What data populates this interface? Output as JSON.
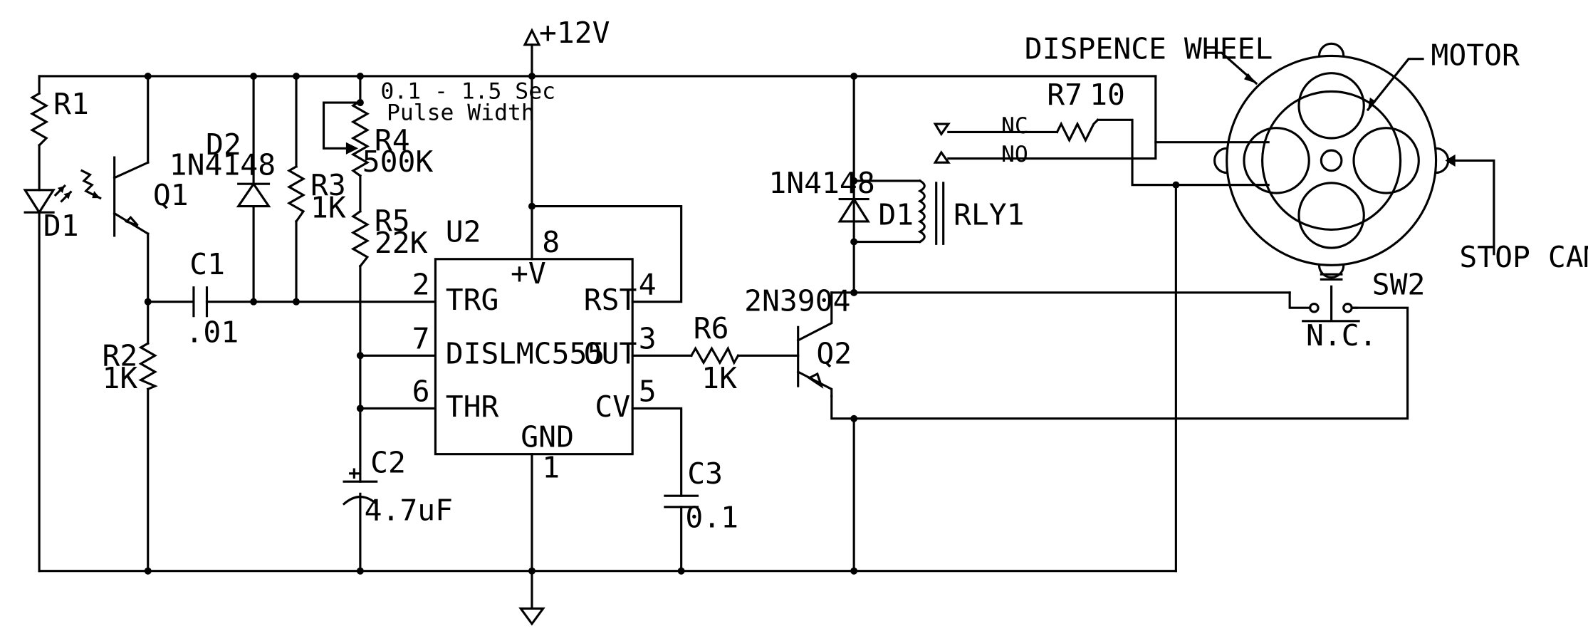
{
  "supply": {
    "vcc": "+12V"
  },
  "note": {
    "line1": "0.1 - 1.5 Sec",
    "line2": "Pulse Width"
  },
  "components": {
    "r1": {
      "ref": "R1"
    },
    "d1_led": {
      "ref": "D1"
    },
    "q1": {
      "ref": "Q1"
    },
    "d2": {
      "ref": "D2",
      "value": "1N4148"
    },
    "r3": {
      "ref": "R3",
      "value": "1K"
    },
    "r4": {
      "ref": "R4",
      "value": "500K"
    },
    "r5": {
      "ref": "R5",
      "value": "22K"
    },
    "c1": {
      "ref": "C1",
      "value": ".01"
    },
    "r2": {
      "ref": "R2",
      "value": "1K"
    },
    "c2": {
      "ref": "C2",
      "value": "4.7uF"
    },
    "c3": {
      "ref": "C3",
      "value": "0.1"
    },
    "r6": {
      "ref": "R6",
      "value": "1K"
    },
    "q2": {
      "ref": "Q2",
      "value": "2N3904"
    },
    "d1_diode": {
      "ref": "D1",
      "value": "1N4148"
    },
    "rly1": {
      "ref": "RLY1"
    },
    "r7": {
      "ref": "R7",
      "value": "10"
    },
    "sw2": {
      "ref": "SW2",
      "value": "N.C."
    }
  },
  "ic": {
    "ref": "U2",
    "name": "LMC555",
    "vplus": "+V",
    "gnd": "GND",
    "pins": {
      "trg": {
        "num": "2",
        "name": "TRG"
      },
      "dis": {
        "num": "7",
        "name": "DIS"
      },
      "thr": {
        "num": "6",
        "name": "THR"
      },
      "rst": {
        "num": "4",
        "name": "RST"
      },
      "out": {
        "num": "3",
        "name": "OUT"
      },
      "cv": {
        "num": "5",
        "name": "CV"
      },
      "vcc": {
        "num": "8"
      },
      "gnd": {
        "num": "1"
      }
    }
  },
  "relay_contacts": {
    "nc": "NC",
    "no": "NO"
  },
  "mechanical": {
    "wheel": "DISPENCE WHEEL",
    "motor": "MOTOR",
    "cams": "STOP CAMS"
  }
}
